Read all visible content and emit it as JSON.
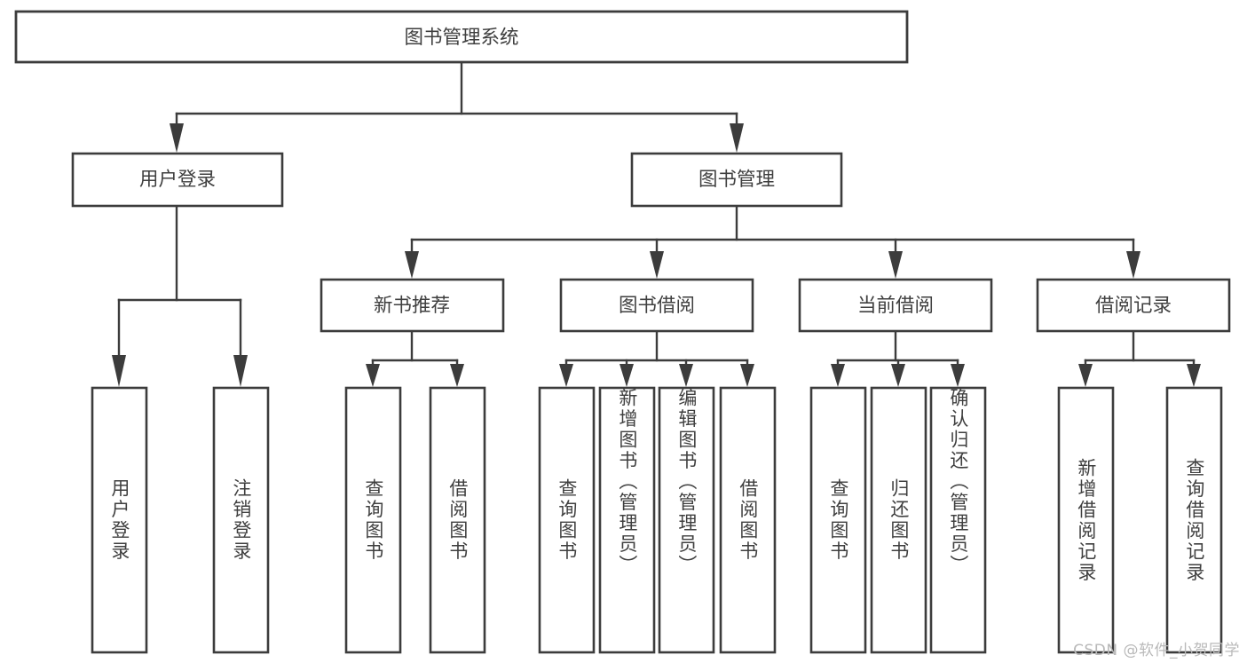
{
  "diagram": {
    "type": "tree",
    "title": "图书管理系统",
    "background_color": "#ffffff",
    "line_color": "#3c3c3c",
    "text_color": "#3f3f3f",
    "root": {
      "id": "root",
      "label": "图书管理系统",
      "orientation": "horizontal"
    },
    "level2": [
      {
        "id": "user-login",
        "label": "用户登录",
        "orientation": "horizontal"
      },
      {
        "id": "book-manage",
        "label": "图书管理",
        "orientation": "horizontal"
      }
    ],
    "level3": [
      {
        "id": "new-book-recommend",
        "label": "新书推荐",
        "orientation": "horizontal",
        "parent": "book-manage"
      },
      {
        "id": "book-borrow",
        "label": "图书借阅",
        "orientation": "horizontal",
        "parent": "book-manage"
      },
      {
        "id": "current-borrow",
        "label": "当前借阅",
        "orientation": "horizontal",
        "parent": "book-manage"
      },
      {
        "id": "borrow-record",
        "label": "借阅记录",
        "orientation": "horizontal",
        "parent": "book-manage"
      }
    ],
    "leaves": {
      "user_login": [
        {
          "id": "leaf-user-login",
          "label": "用户登录",
          "orientation": "vertical"
        },
        {
          "id": "leaf-logout",
          "label": "注销登录",
          "orientation": "vertical"
        }
      ],
      "new_book_recommend": [
        {
          "id": "leaf-query-book-1",
          "label": "查询图书",
          "orientation": "vertical"
        },
        {
          "id": "leaf-borrow-book-1",
          "label": "借阅图书",
          "orientation": "vertical"
        }
      ],
      "book_borrow": [
        {
          "id": "leaf-query-book-2",
          "label": "查询图书",
          "orientation": "vertical"
        },
        {
          "id": "leaf-add-book",
          "label": "新增图书（管理员）",
          "orientation": "vertical"
        },
        {
          "id": "leaf-edit-book",
          "label": "编辑图书（管理员）",
          "orientation": "vertical"
        },
        {
          "id": "leaf-borrow-book-2",
          "label": "借阅图书",
          "orientation": "vertical"
        }
      ],
      "current_borrow": [
        {
          "id": "leaf-query-book-3",
          "label": "查询图书",
          "orientation": "vertical"
        },
        {
          "id": "leaf-return-book",
          "label": "归还图书",
          "orientation": "vertical"
        },
        {
          "id": "leaf-confirm-return",
          "label": "确认归还（管理员）",
          "orientation": "vertical"
        }
      ],
      "borrow_record": [
        {
          "id": "leaf-add-record",
          "label": "新增借阅记录",
          "orientation": "vertical"
        },
        {
          "id": "leaf-query-record",
          "label": "查询借阅记录",
          "orientation": "vertical"
        }
      ]
    }
  },
  "watermark": {
    "text": "CSDN @软件_小贺同学"
  }
}
